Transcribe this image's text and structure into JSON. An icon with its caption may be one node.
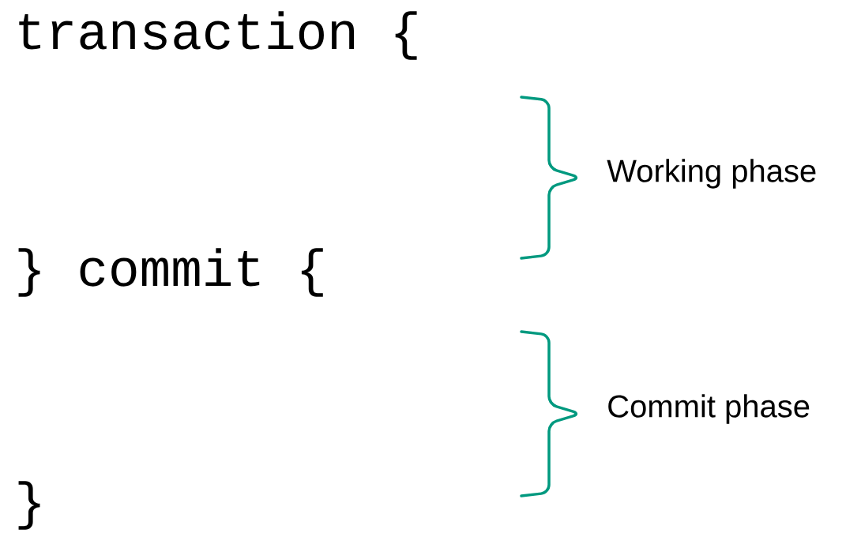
{
  "diagram": {
    "labels": [
      "transaction {",
      "} commit {",
      "}",
      "Working phase",
      "Commit phase"
    ]
  }
}
